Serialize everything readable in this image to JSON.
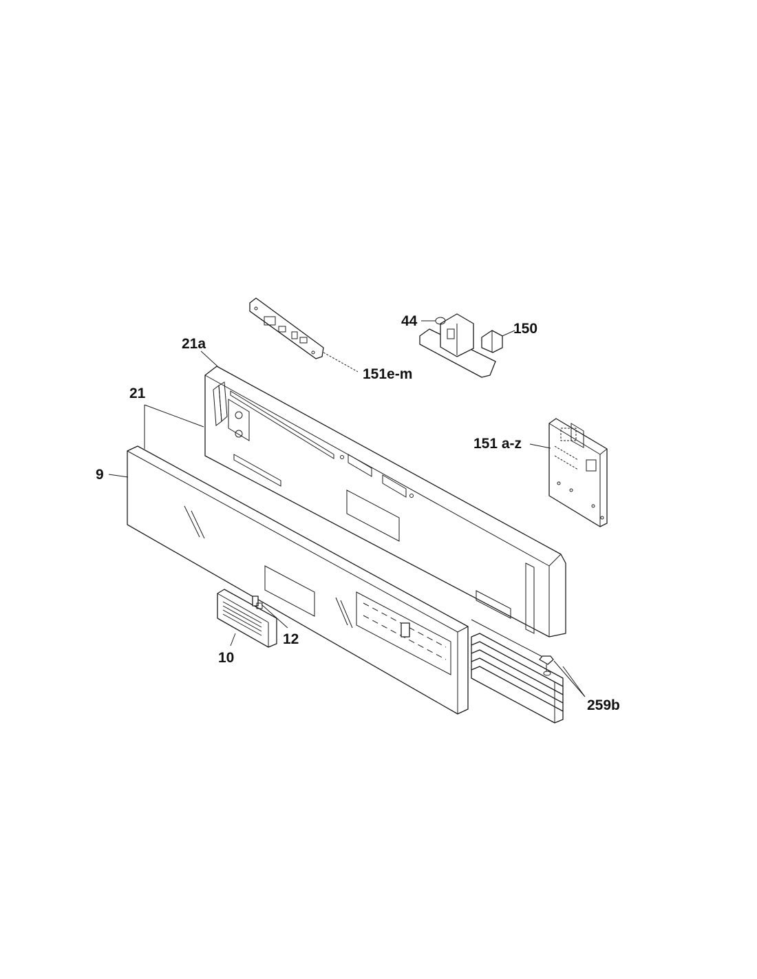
{
  "callouts": {
    "c21a": "21a",
    "c21": "21",
    "c9": "9",
    "c44": "44",
    "c150": "150",
    "c151em": "151e-m",
    "c151az": "151 a-z",
    "c12": "12",
    "c10": "10",
    "c259b": "259b"
  },
  "colors": {
    "line": "#1a1a1a",
    "background": "#ffffff"
  }
}
